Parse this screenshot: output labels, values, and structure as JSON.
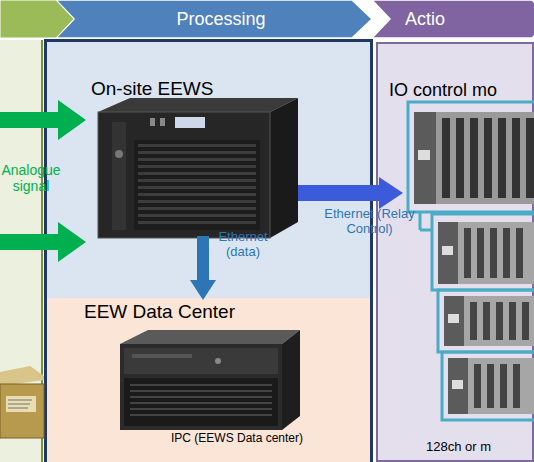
{
  "diagram": {
    "nodes": [
      {
        "text": [
          "Processing"
        ]
      },
      {
        "text": [
          "Actio"
        ]
      },
      {
        "text": [
          "On-site EEWS"
        ]
      },
      {
        "text": [
          "EEW Data Center",
          "IPC (EEWS Data center)"
        ]
      },
      {
        "text": [
          "IO control mo",
          "128ch or m"
        ]
      }
    ],
    "edges": [
      {
        "from": 2,
        "to": 4,
        "arrow": "to",
        "label": "Ethernet (Relay Control)"
      },
      {
        "from": 2,
        "to": 3,
        "arrow": "to",
        "label": "Ethernet (data)"
      }
    ],
    "labels": [
      "Analogue signal"
    ]
  }
}
